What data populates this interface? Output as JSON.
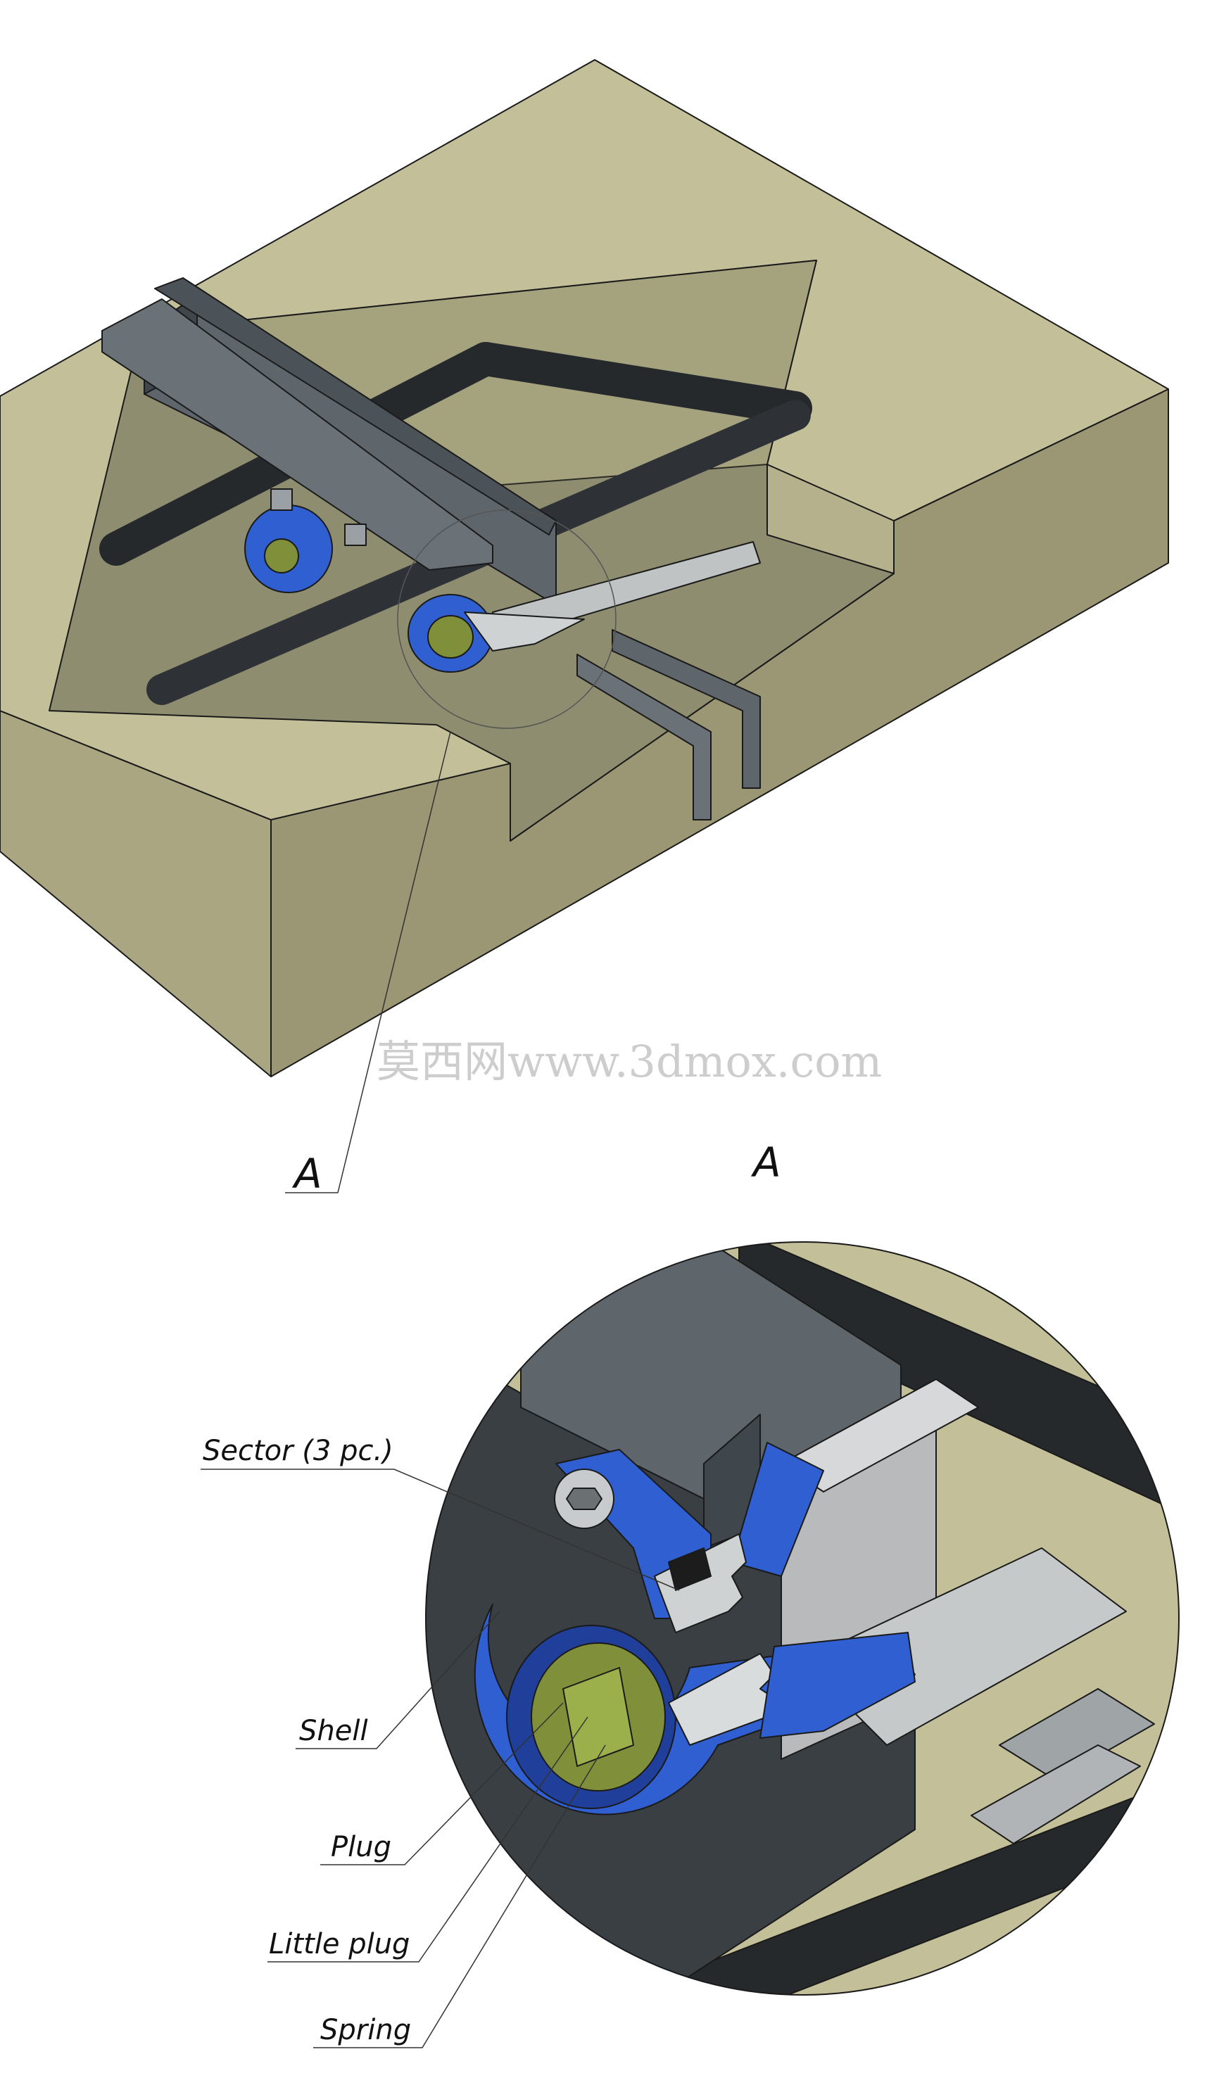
{
  "watermark": "莫西网www.3dmox.com",
  "section_marker": "A",
  "detail_title": "A",
  "callouts": [
    {
      "id": "sector",
      "label": "Sector (3 pc.)"
    },
    {
      "id": "shell",
      "label": "Shell"
    },
    {
      "id": "plug",
      "label": "Plug"
    },
    {
      "id": "little_plug",
      "label": "Little plug"
    },
    {
      "id": "spring",
      "label": "Spring"
    }
  ],
  "colors": {
    "block_top": "#c3bf99",
    "block_front": "#aaa681",
    "block_side": "#9b9774",
    "cavity": "#8f8d70",
    "plate": "#5f666b",
    "plate_dark": "#3f464c",
    "rod": "#26292c",
    "clamp_blue": "#2f5fd0",
    "clamp_blue_dark": "#1f3f9a",
    "insert_green": "#7f8f3a",
    "tape_gray": "#bfc3c4",
    "edge": "#1a1a1a"
  }
}
